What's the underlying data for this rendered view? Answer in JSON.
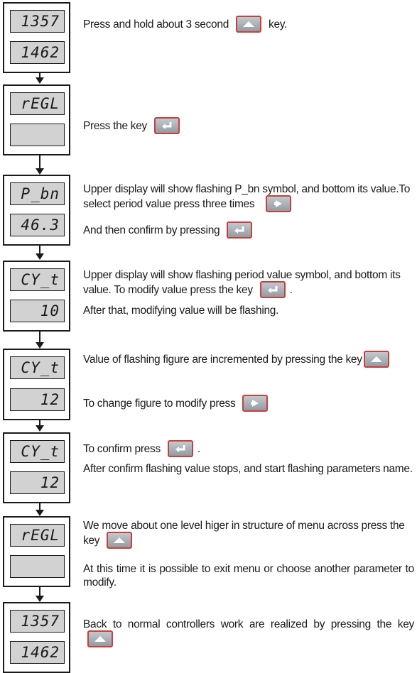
{
  "steps": [
    {
      "top": "1357",
      "bottom": "1462",
      "lines": [
        {
          "a": "Press and hold about 3 second ",
          "key": "up",
          "b": " key."
        }
      ]
    },
    {
      "top": "rEGL",
      "bottom": "",
      "lines": [
        {
          "a": "Press the key ",
          "key": "enter",
          "b": ""
        }
      ]
    },
    {
      "top": "P_bn",
      "bottom": "46.3",
      "lines": [
        {
          "a": "Upper display will show flashing P_bn symbol, and bottom its value.To select period value  press three times ",
          "key": "right",
          "b": ""
        },
        {
          "a": "And then confirm by pressing ",
          "key": "enter",
          "b": ""
        }
      ]
    },
    {
      "top": "CY_t",
      "bottom": "10",
      "lines": [
        {
          "a": "Upper display will show flashing period value symbol, and bottom its value. To modify value press the key ",
          "key": "enter",
          "b": "."
        },
        {
          "a": "After that, modifying value will be flashing.",
          "key": "",
          "b": ""
        }
      ]
    },
    {
      "top": "CY_t",
      "bottom": "12",
      "lines": [
        {
          "a": "Value of flashing figure are incremented by pressing the key",
          "key": "up",
          "b": ""
        },
        {
          "a": "To change figure to modify press ",
          "key": "right",
          "b": ""
        }
      ]
    },
    {
      "top": "CY_t",
      "bottom": "12",
      "lines": [
        {
          "a": "To confirm press ",
          "key": "enter",
          "b": "."
        },
        {
          "a": "After confirm flashing value stops, and start flashing parameters name.",
          "key": "",
          "b": ""
        }
      ]
    },
    {
      "top": "rEGL",
      "bottom": "",
      "lines": [
        {
          "a": "We move about one level higer in structure of menu across press the key ",
          "key": "up",
          "b": ""
        },
        {
          "a": "At this time it is possible to exit menu or choose another parameter to modify.",
          "key": "",
          "b": ""
        }
      ]
    },
    {
      "top": "1357",
      "bottom": "1462",
      "lines": [
        {
          "a": "Back to normal controllers work are realized by pressing the key ",
          "key": "up",
          "b": ""
        }
      ]
    }
  ],
  "keys": {
    "up": "up-arrow-key",
    "enter": "enter-key",
    "right": "right-arrow-key"
  },
  "colors": {
    "key_border": "#c8403b",
    "key_fill": "#a9afb6",
    "display_bg": "#d2d2d2",
    "outline": "#1a1a1a"
  }
}
